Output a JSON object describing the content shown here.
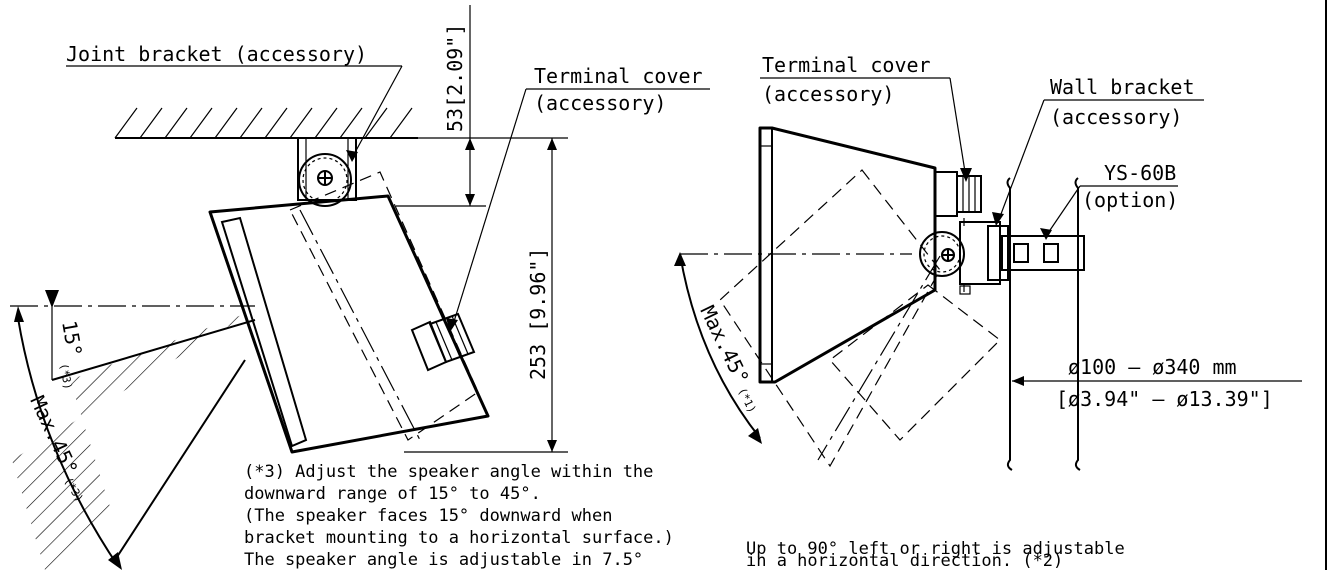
{
  "left": {
    "joint_bracket_label": "Joint bracket (accessory)",
    "terminal_cover_line1": "Terminal cover",
    "terminal_cover_line2": "(accessory)",
    "dim_top_vertical": "53[2.09\"]",
    "dim_height": "253 [9.96\"]",
    "angle_small": "15°",
    "angle_small_note": "(*3)",
    "angle_max": "Max.45°",
    "angle_max_note": "(*3)",
    "note_lines": [
      "(*3) Adjust the speaker angle within the",
      "downward range of 15° to 45°.",
      "(The speaker faces 15° downward when",
      "bracket mounting to a horizontal surface.)",
      "The speaker angle is adjustable in 7.5°"
    ]
  },
  "right": {
    "terminal_cover_line1": "Terminal cover",
    "terminal_cover_line2": "(accessory)",
    "wall_bracket_line1": "Wall bracket",
    "wall_bracket_line2": "(accessory)",
    "ys_line1": "YS-60B",
    "ys_line2": "(option)",
    "angle_max": "Max.45°",
    "angle_max_note": "(*1)",
    "pipe_dim_mm": "ø100  –  ø340 mm",
    "pipe_dim_in": "[ø3.94\"  –  ø13.39\"]",
    "note_lines": [
      "Up to 90° left or right is adjustable",
      "in a horizontal direction. (*2)"
    ]
  },
  "icons": {
    "pivot": "crosshair-circle-icon"
  }
}
